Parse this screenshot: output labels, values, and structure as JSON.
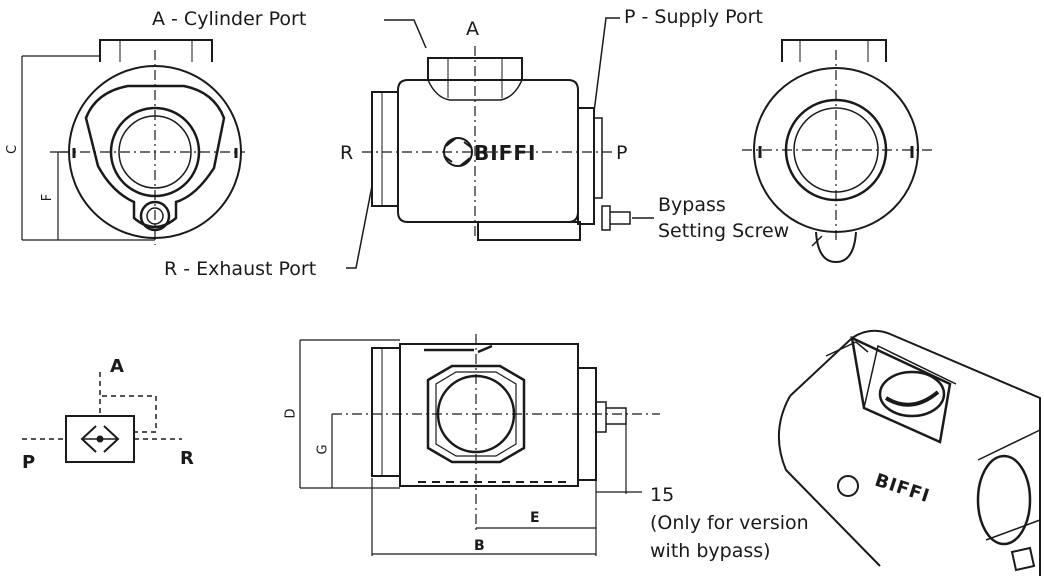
{
  "callouts": {
    "cylinder_port": "A - Cylinder Port",
    "supply_port": "P - Supply Port",
    "exhaust_port": "R - Exhaust Port",
    "bypass_line1": "Bypass",
    "bypass_line2": "Setting Screw"
  },
  "port_letters": {
    "a": "A",
    "r": "R",
    "p": "P"
  },
  "dimensions": {
    "c": "C",
    "f": "F",
    "d": "D",
    "g": "G",
    "e": "E",
    "b": "B"
  },
  "note": {
    "value": "15",
    "line1": "(Only for version",
    "line2": "with bypass)"
  },
  "symbol": {
    "a": "A",
    "p": "P",
    "r": "R"
  },
  "brand": "BIFFI"
}
